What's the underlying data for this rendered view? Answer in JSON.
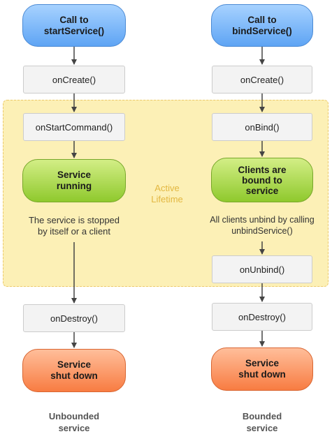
{
  "active_lifetime_label": "Active\nLifetime",
  "unbounded": {
    "start": "Call to\nstartService()",
    "on_create": "onCreate()",
    "on_start_command": "onStartCommand()",
    "running": "Service\nrunning",
    "stop_note": "The service is stopped\nby itself or a client",
    "on_destroy": "onDestroy()",
    "shut_down": "Service\nshut down",
    "caption": "Unbounded\nservice"
  },
  "bounded": {
    "start": "Call to\nbindService()",
    "on_create": "onCreate()",
    "on_bind": "onBind()",
    "bound": "Clients are\nbound to\nservice",
    "unbind_note": "All clients unbind by calling\nunbindService()",
    "on_unbind": "onUnbind()",
    "on_destroy": "onDestroy()",
    "shut_down": "Service\nshut down",
    "caption": "Bounded\nservice"
  }
}
